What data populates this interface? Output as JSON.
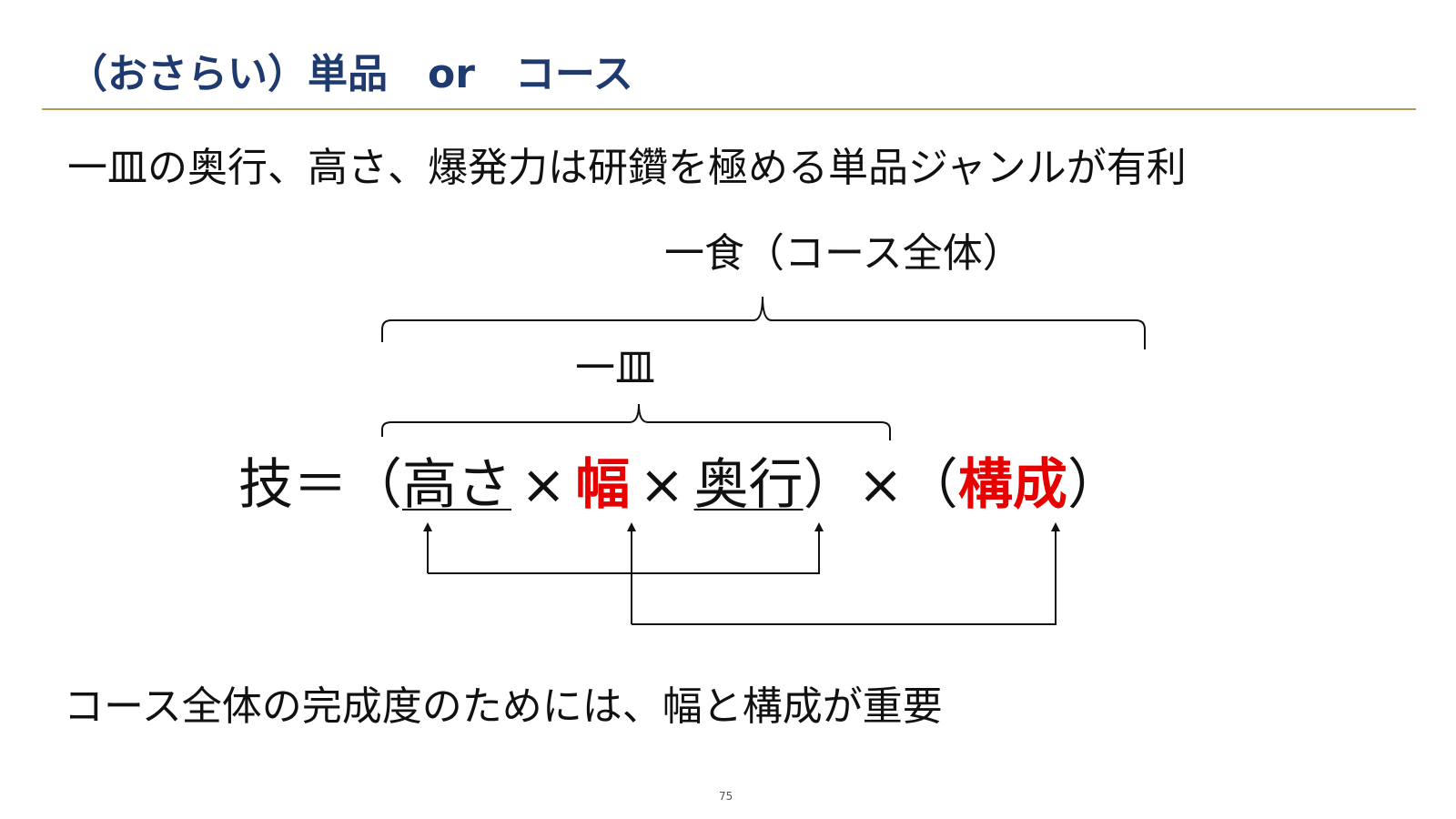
{
  "slide": {
    "title": "（おさらい）単品　or　コース",
    "headline": "一皿の奥行、高さ、爆発力は研鑽を極める単品ジャンルが有利",
    "footer_note": "コース全体の完成度のためには、幅と構成が重要",
    "page_number": "75"
  },
  "diagram": {
    "course_label": "一食（コース全体）",
    "dish_label": "一皿",
    "formula": {
      "lhs": "技＝（",
      "height": "高さ",
      "times_1": "×",
      "width": "幅",
      "times_2": "×",
      "depth": "奥行",
      "close_open": "）×（",
      "composition": "構成",
      "close": "）"
    }
  },
  "colors": {
    "title": "#1f3a6e",
    "rule": "#b59a4e",
    "emphasis": "#e60000",
    "text": "#111111"
  }
}
